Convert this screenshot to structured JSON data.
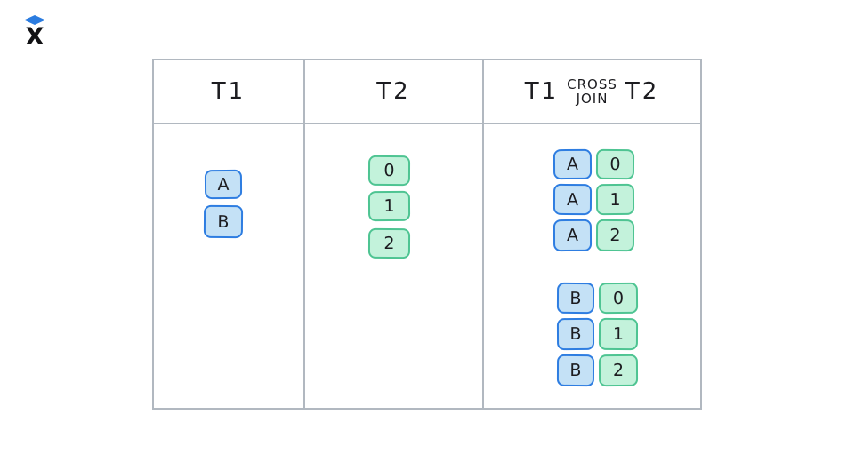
{
  "logo": {
    "letter": "X"
  },
  "colors": {
    "accent_blue_border": "#2e7de1",
    "accent_blue_fill": "#c4e1f6",
    "accent_green_border": "#4ec492",
    "accent_green_fill": "#c3f2db",
    "table_border_gray": "#b1b8c0",
    "logo_blue": "#2b7ce0"
  },
  "table": {
    "headers": {
      "t1": "T1",
      "t2": "T2",
      "cross": {
        "left": "T1",
        "op_top": "CROSS",
        "op_bottom": "JOIN",
        "right": "T2"
      }
    },
    "t1_values": [
      "A",
      "B"
    ],
    "t2_values": [
      "0",
      "1",
      "2"
    ],
    "cross_join_pairs": [
      {
        "t1": "A",
        "t2": "0"
      },
      {
        "t1": "A",
        "t2": "1"
      },
      {
        "t1": "A",
        "t2": "2"
      },
      {
        "t1": "B",
        "t2": "0"
      },
      {
        "t1": "B",
        "t2": "1"
      },
      {
        "t1": "B",
        "t2": "2"
      }
    ]
  }
}
